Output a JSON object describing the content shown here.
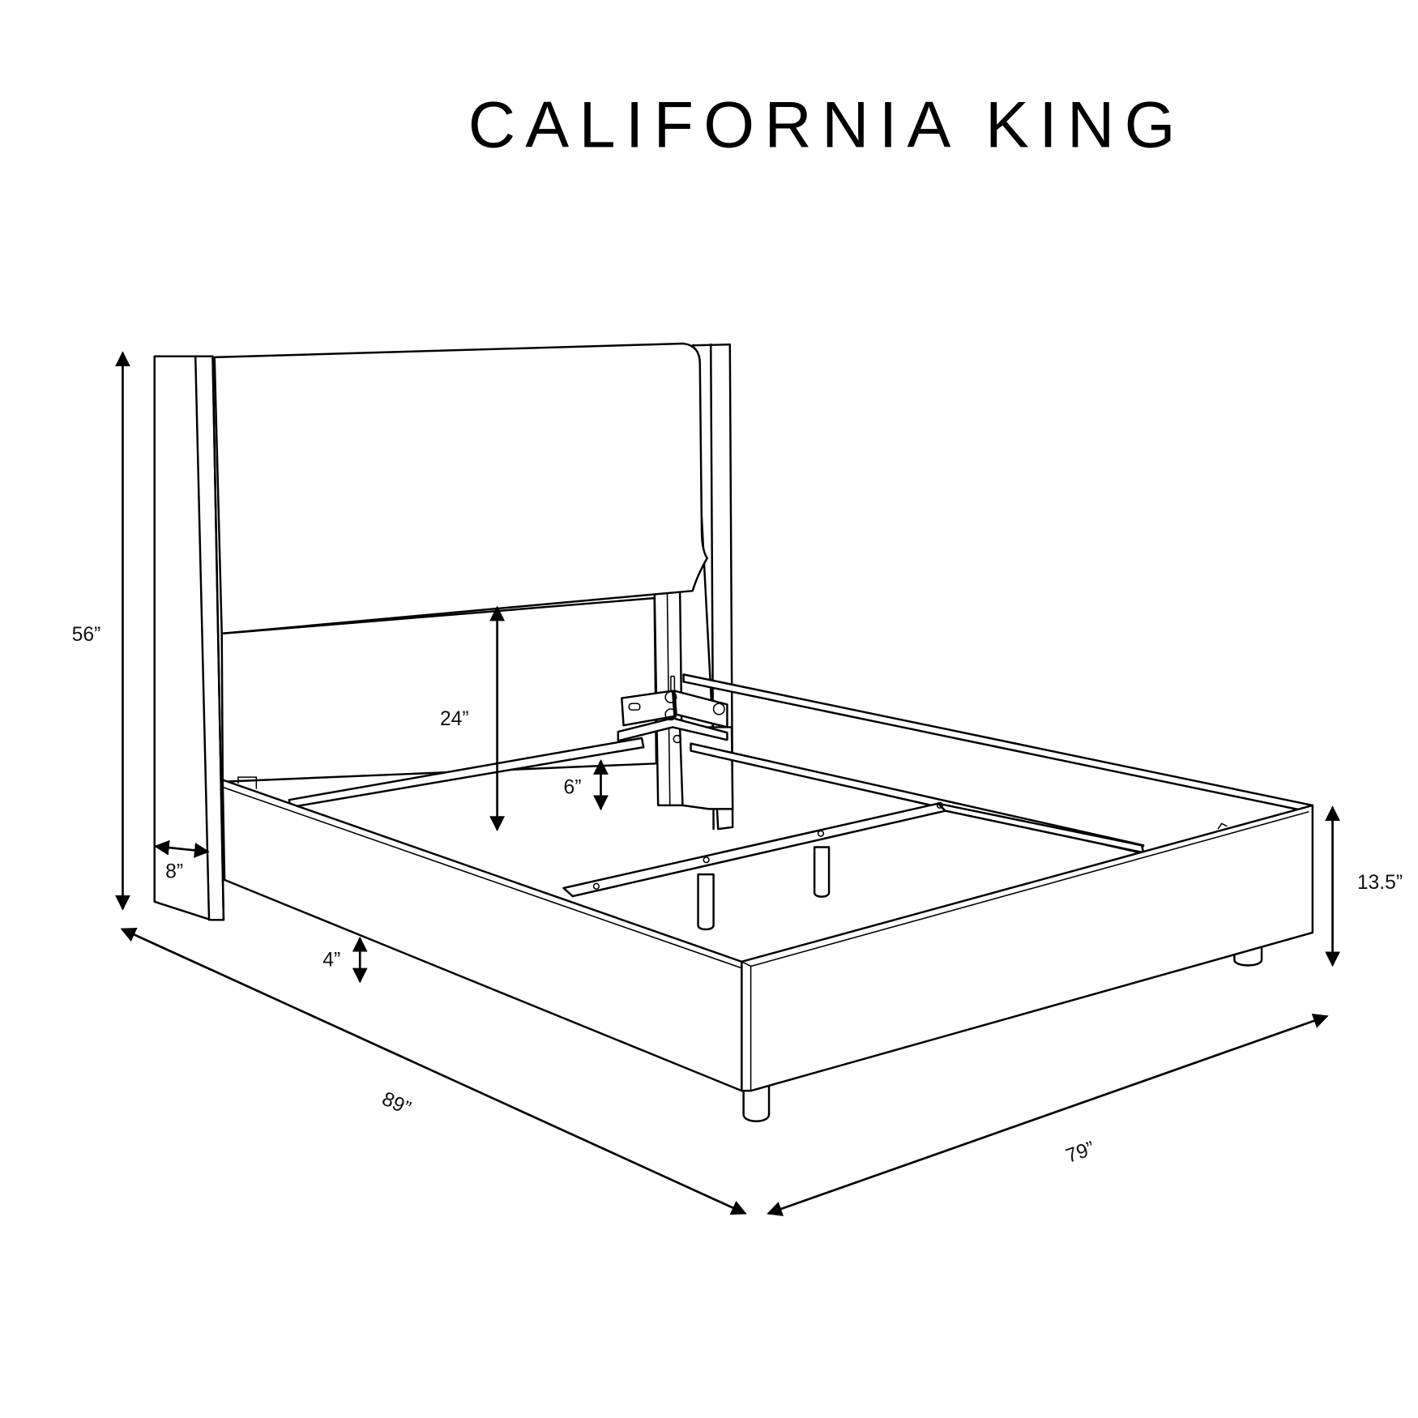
{
  "title": "CALIFORNIA KING",
  "dimensions": {
    "overall_height": "56”",
    "headboard_clearance": "24”",
    "rail_clearance": "6”",
    "wing_depth": "8”",
    "leg_height": "4”",
    "footboard_height": "13.5”",
    "length": "89”",
    "width": "79”"
  },
  "colors": {
    "line": "#000000",
    "background": "#ffffff"
  }
}
